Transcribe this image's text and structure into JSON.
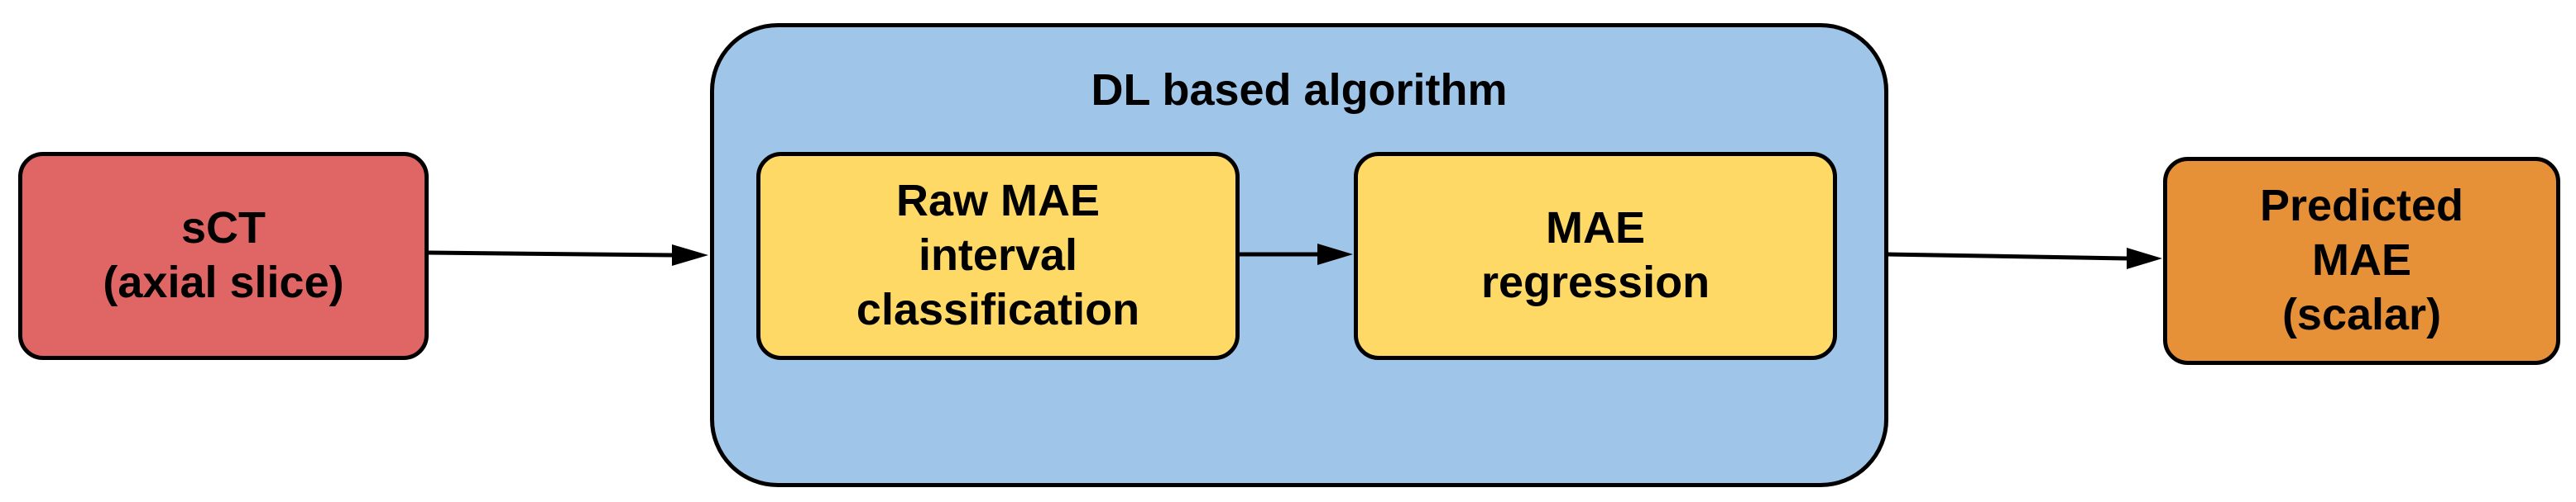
{
  "colors": {
    "input": "#e06666",
    "container": "#9fc5e8",
    "step": "#ffd966",
    "output": "#e69138",
    "stroke": "#000000"
  },
  "diagram": {
    "input_box": {
      "label": "sCT\n(axial slice)"
    },
    "algorithm": {
      "title": "DL based algorithm",
      "steps": [
        {
          "label": "Raw MAE\ninterval\nclassification"
        },
        {
          "label": "MAE\nregression"
        }
      ]
    },
    "output_box": {
      "label": "Predicted\nMAE\n(scalar)"
    }
  },
  "edges": [
    {
      "from": "sCT",
      "to": "DL based algorithm"
    },
    {
      "from": "Raw MAE interval classification",
      "to": "MAE regression"
    },
    {
      "from": "DL based algorithm",
      "to": "Predicted MAE"
    }
  ]
}
